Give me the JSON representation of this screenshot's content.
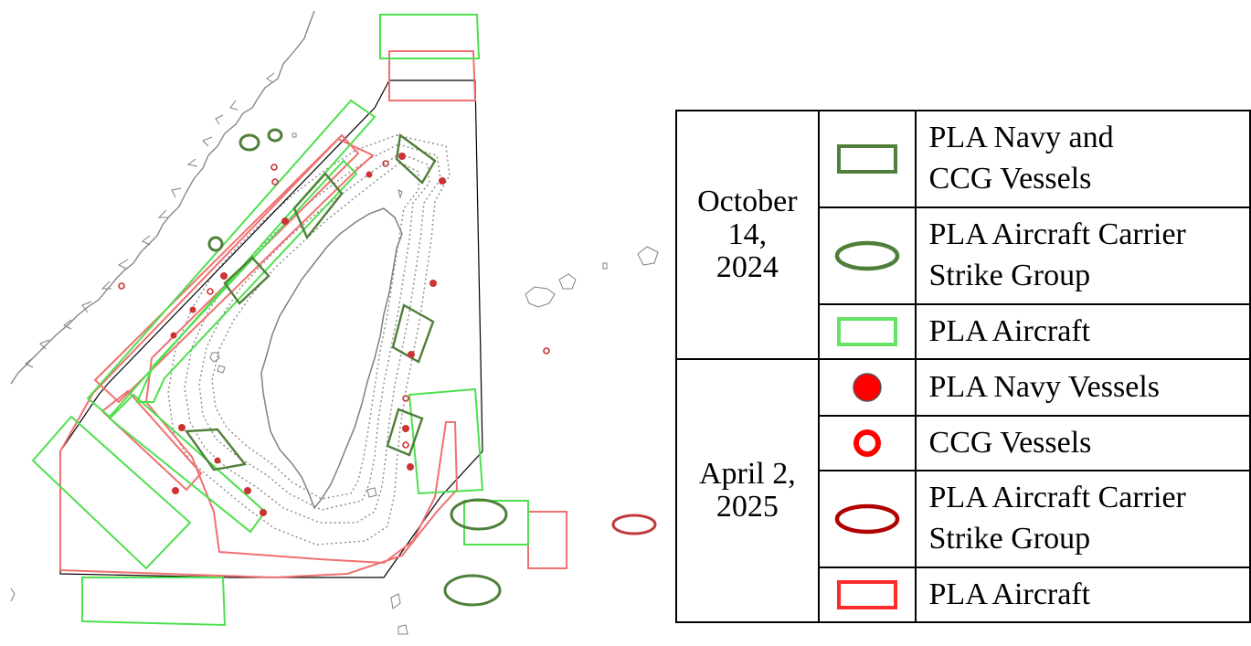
{
  "legend": {
    "groups": [
      {
        "date": "October 14, 2024",
        "date_lines": [
          "October",
          "14,",
          "2024"
        ],
        "items": [
          {
            "lines": [
              "PLA Navy and",
              "CCG Vessels"
            ],
            "symbol": "rectangle-outline",
            "color": "#4f7f3a"
          },
          {
            "lines": [
              "PLA Aircraft Carrier",
              "Strike Group"
            ],
            "symbol": "ellipse-outline",
            "color": "#4f7f3a"
          },
          {
            "lines": [
              "PLA Aircraft"
            ],
            "symbol": "rectangle-outline",
            "color": "#66e366"
          }
        ]
      },
      {
        "date": "April 2, 2025",
        "date_lines": [
          "April 2,",
          "2025"
        ],
        "items": [
          {
            "lines": [
              "PLA Navy Vessels"
            ],
            "symbol": "filled-circle",
            "color": "#ff0000"
          },
          {
            "lines": [
              "CCG Vessels"
            ],
            "symbol": "ring",
            "color": "#ff0000"
          },
          {
            "lines": [
              "PLA Aircraft Carrier",
              "Strike Group"
            ],
            "symbol": "ellipse-outline",
            "color": "#b10000"
          },
          {
            "lines": [
              "PLA Aircraft"
            ],
            "symbol": "rectangle-outline",
            "color": "#ff2a2a"
          }
        ]
      }
    ]
  },
  "colors": {
    "oct_navy": "#4f7f3a",
    "oct_aircraft": "#4ee04e",
    "apr_navy": "#cc3333",
    "apr_carrier": "#c03a3a",
    "apr_aircraft": "#f07070",
    "coast": "#808080",
    "boundary": "#000000"
  }
}
